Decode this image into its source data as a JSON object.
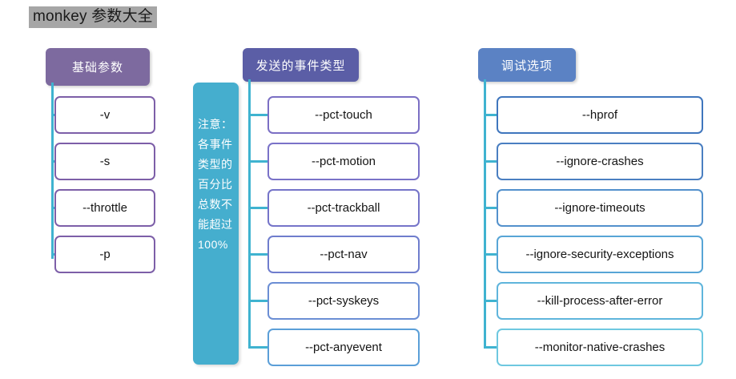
{
  "page": {
    "title": "monkey 参数大全",
    "background": "#ffffff",
    "title_highlight": "#a6a6a6"
  },
  "columns": [
    {
      "key": "basic",
      "header": "基础参数",
      "header_color": "#7d6a9f",
      "items": [
        {
          "label": "-v",
          "border": "#7d5fa8"
        },
        {
          "label": "-s",
          "border": "#7d5fa8"
        },
        {
          "label": "--throttle",
          "border": "#7d5fa8"
        },
        {
          "label": "-p",
          "border": "#7d5fa8"
        }
      ]
    },
    {
      "key": "events",
      "header": "发送的事件类型",
      "header_color": "#5b5ea6",
      "items": [
        {
          "label": "--pct-touch",
          "border": "#7b6fc4"
        },
        {
          "label": "--pct-motion",
          "border": "#7a72c8"
        },
        {
          "label": "--pct-trackball",
          "border": "#7574c9"
        },
        {
          "label": "--pct-nav",
          "border": "#6f7dcd"
        },
        {
          "label": "--pct-syskeys",
          "border": "#6b8ed4"
        },
        {
          "label": "--pct-anyevent",
          "border": "#5b9fd8"
        }
      ]
    },
    {
      "key": "debug",
      "header": "调试选项",
      "header_color": "#5b82c4",
      "items": [
        {
          "label": "--hprof",
          "border": "#3f76bd"
        },
        {
          "label": "--ignore-crashes",
          "border": "#4a7fc1"
        },
        {
          "label": "--ignore-timeouts",
          "border": "#5391cc"
        },
        {
          "label": "--ignore-security-exceptions",
          "border": "#57a5d6"
        },
        {
          "label": "--kill-process-after-error",
          "border": "#5fb5dc"
        },
        {
          "label": "--monitor-native-crashes",
          "border": "#6ec8e0"
        }
      ]
    }
  ],
  "note": {
    "text": "注意：各事件类型的百分比总数不能超过100%",
    "color": "#45aece"
  },
  "connector": {
    "color": "#3fb3d0"
  }
}
